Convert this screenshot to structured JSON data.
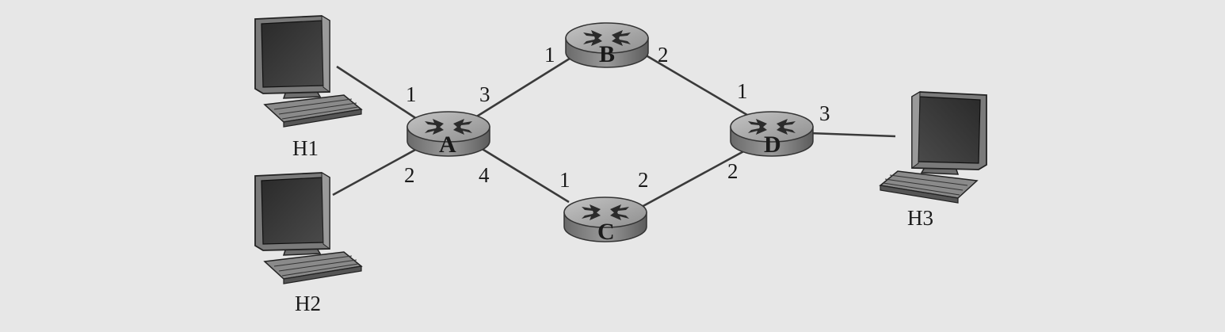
{
  "routers": [
    {
      "id": "A",
      "label": "A"
    },
    {
      "id": "B",
      "label": "B"
    },
    {
      "id": "C",
      "label": "C"
    },
    {
      "id": "D",
      "label": "D"
    }
  ],
  "hosts": [
    {
      "id": "H1",
      "label": "H1"
    },
    {
      "id": "H2",
      "label": "H2"
    },
    {
      "id": "H3",
      "label": "H3"
    }
  ],
  "ports": {
    "A_H1": "1",
    "A_B": "3",
    "A_H2": "2",
    "A_C": "4",
    "B_A": "1",
    "B_D": "2",
    "C_A": "1",
    "C_D": "2",
    "D_B": "1",
    "D_C": "2",
    "D_H3": "3"
  },
  "links": [
    {
      "from": "H1",
      "to": "A"
    },
    {
      "from": "H2",
      "to": "A"
    },
    {
      "from": "A",
      "to": "B"
    },
    {
      "from": "A",
      "to": "C"
    },
    {
      "from": "B",
      "to": "D"
    },
    {
      "from": "C",
      "to": "D"
    },
    {
      "from": "D",
      "to": "H3"
    }
  ]
}
